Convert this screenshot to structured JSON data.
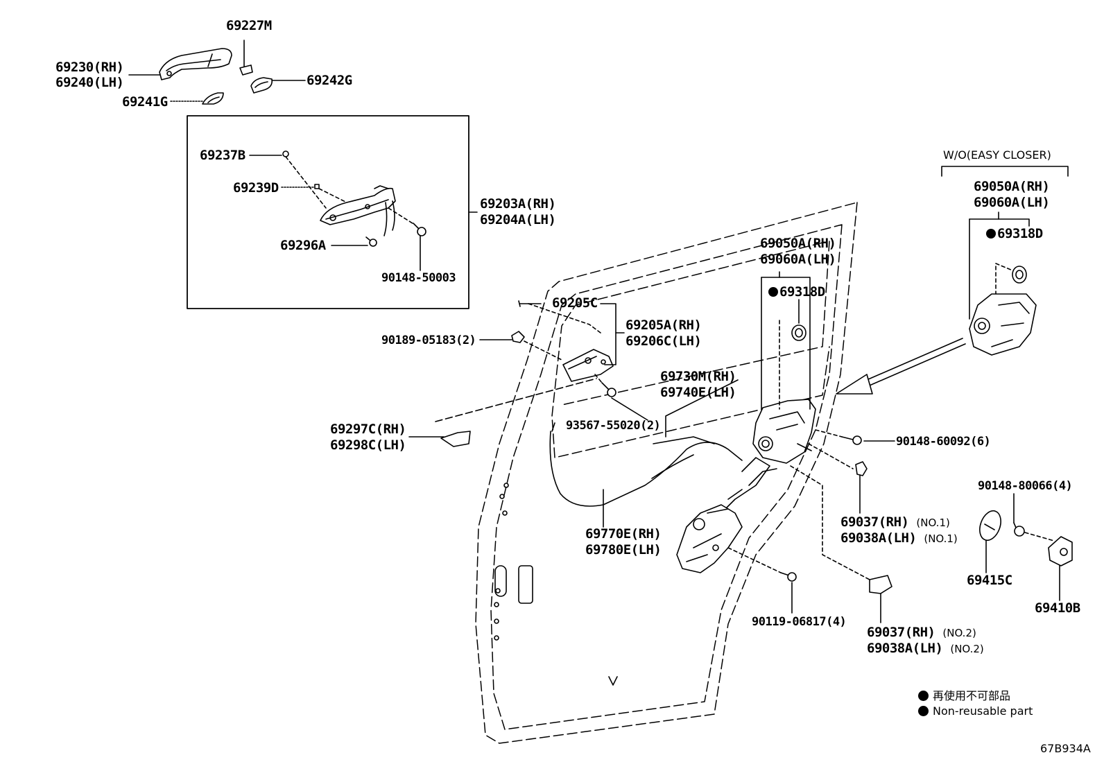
{
  "labels": {
    "p69227M": "69227M",
    "p69230": "69230(RH)",
    "p69240": "69240(LH)",
    "p69242G": "69242G",
    "p69241G": "69241G",
    "p69237B": "69237B",
    "p69239D": "69239D",
    "p69296A": "69296A",
    "p90148_50003": "90148-50003",
    "p69203A": "69203A(RH)",
    "p69204A": "69204A(LH)",
    "p69205C": "69205C",
    "p90189": "90189-05183(2)",
    "p69205A": "69205A(RH)",
    "p69206C": "69206C(LH)",
    "p69297C": "69297C(RH)",
    "p69298C": "69298C(LH)",
    "p93567": "93567-55020(2)",
    "p69050A_mid": "69050A(RH)",
    "p69060A_mid": "69060A(LH)",
    "p69318D_mid": "69318D",
    "p69730M": "69730M(RH)",
    "p69740E": "69740E(LH)",
    "p90148_60092": "90148-60092(6)",
    "p69037_1": "69037(RH)",
    "p69037_1_no": "(NO.1)",
    "p69038A_1": "69038A(LH)",
    "p69038A_1_no": "(NO.1)",
    "p69770E": "69770E(RH)",
    "p69780E": "69780E(LH)",
    "p90119": "90119-06817(4)",
    "p69037_2": "69037(RH)",
    "p69037_2_no": "(NO.2)",
    "p69038A_2": "69038A(LH)",
    "p69038A_2_no": "(NO.2)",
    "wo_easy_closer": "W/O(EASY CLOSER)",
    "p69050A_right": "69050A(RH)",
    "p69060A_right": "69060A(LH)",
    "p69318D_right": "69318D",
    "p90148_80066": "90148-80066(4)",
    "p69415C": "69415C",
    "p69410B": "69410B"
  },
  "legend": {
    "jp": "再使用不可部品",
    "en": "Non-reusable part"
  },
  "figure_code": "67B934A"
}
